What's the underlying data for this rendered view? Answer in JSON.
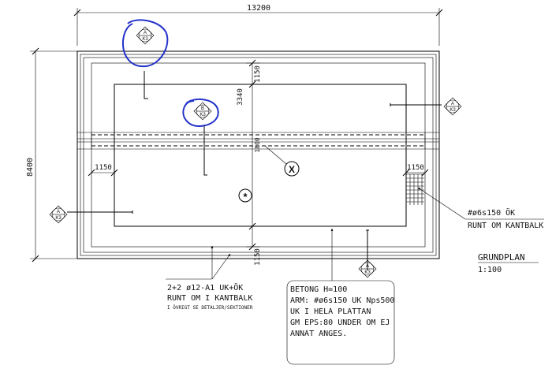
{
  "dims": {
    "total_width": "13200",
    "total_height": "8400",
    "dim_top": "1150",
    "dim_mid": "3340",
    "dim_bottom": "1150",
    "dim_left": "1150",
    "dim_right": "1150",
    "dim_small": "1800"
  },
  "markers": {
    "a": "A",
    "b": "B",
    "sheet": "K3",
    "x": "X",
    "star": "*"
  },
  "labels": {
    "mesh_1": "#ø6s150 ÖK",
    "mesh_2": "RUNT OM KANTBALK",
    "title": "GRUNDPLAN",
    "scale": "1:100",
    "rebar_1": "2+2 ø12-A1 UK+ÖK",
    "rebar_2": "RUNT OM I KANTBALK",
    "rebar_3": "I ÖVRIGT SE DETALJER/SEKTIONER"
  },
  "note": {
    "line1": "BETONG H=100",
    "line2": "ARM: #ø6s150 UK Nps500",
    "line3": "UK I HELA PLATTAN",
    "line4": "GM EPS:80 UNDER OM EJ",
    "line5": "ANNAT ANGES."
  },
  "colors": {
    "ink": "#111111",
    "markup": "#2433c9"
  }
}
